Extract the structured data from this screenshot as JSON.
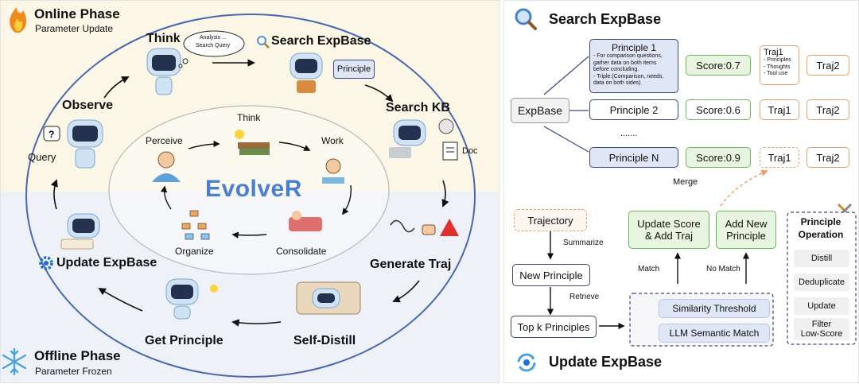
{
  "left": {
    "online_title": "Online Phase",
    "online_sub": "Parameter Update",
    "offline_title": "Offline Phase",
    "offline_sub": "Parameter Frozen",
    "center": "EvolveR",
    "outer_nodes": {
      "think": "Think",
      "thought_bubble_1": "Analysis ...",
      "thought_bubble_2": "Search Query",
      "search_expbase": "Search ExpBase",
      "principle_card": "Principle",
      "search_kb": "Search KB",
      "doc": "Doc",
      "generate_traj": "Generate Traj",
      "self_distill": "Self-Distill",
      "get_principle": "Get Principle",
      "update_expbase": "Update ExpBase",
      "observe": "Observe",
      "query": "Query"
    },
    "inner_nodes": {
      "think": "Think",
      "perceive": "Perceive",
      "work": "Work",
      "consolidate": "Consolidate",
      "organize": "Organize"
    }
  },
  "right": {
    "search_title": "Search ExpBase",
    "update_title": "Update ExpBase",
    "expbase": "ExpBase",
    "principle1": {
      "title": "Principle 1",
      "text": [
        "- For comparison questions,",
        "gather data on both items",
        "before concluding.",
        "- Triple:(Comparison, needs,",
        "data on both sides)"
      ]
    },
    "score1": "Score:0.7",
    "traj1_detail": {
      "title": "Traj1",
      "items": [
        "- Principles",
        "- Thoughts",
        "- Tool use"
      ]
    },
    "traj2": "Traj2",
    "principle2": "Principle 2",
    "score2": "Score:0.6",
    "traj1": "Traj1",
    "ellipsis": ".......",
    "principleN": "Principle N",
    "scoreN": "Score:0.9",
    "merge": "Merge",
    "trajectory": "Trajectory",
    "summarize": "Summarize",
    "new_principle": "New Principle",
    "retrieve": "Retrieve",
    "top_k": "Top k Principles",
    "similarity": "Similarity Threshold",
    "llm_match": "LLM Semantic Match",
    "match": "Match",
    "no_match": "No Match",
    "update_score": [
      "Update Score",
      "& Add Traj"
    ],
    "add_new": [
      "Add New",
      "Principle"
    ],
    "op_title": [
      "Principle",
      "Operation"
    ],
    "operations": [
      "Distill",
      "Deduplicate",
      "Update",
      "Filter",
      "Low-Score"
    ]
  },
  "colors": {
    "online_bg": "#fbf6e6",
    "offline_bg": "#eef2f8",
    "principle_blue": "#dfe6f6",
    "score_green": "#e7f4df",
    "traj_orange": "#e8a06a",
    "evolver_blue": "#4a7fd0"
  }
}
